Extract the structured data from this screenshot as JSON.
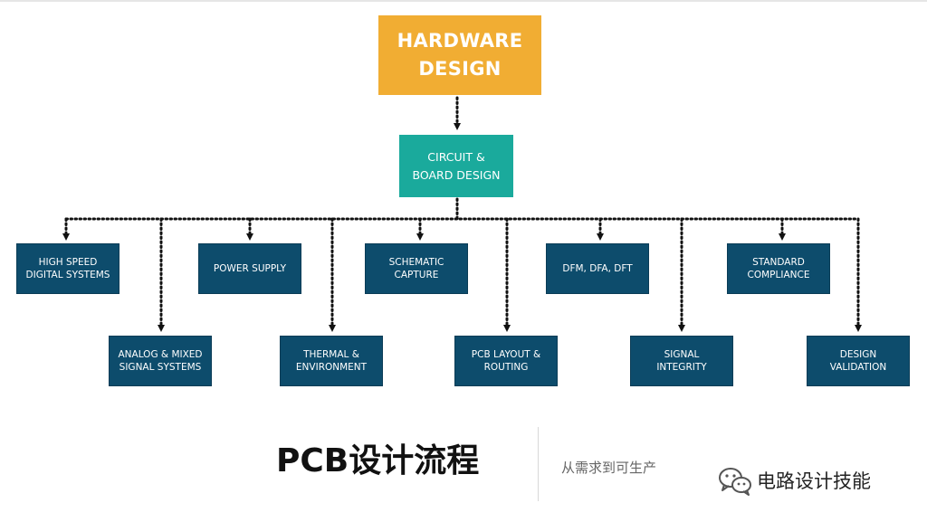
{
  "root": {
    "label": "HARDWARE\nDESIGN",
    "color": "#f1ad33"
  },
  "mid": {
    "label": "CIRCUIT &\nBOARD DESIGN",
    "color": "#1aaa9c"
  },
  "leaf_color": "#0d4c6c",
  "leaves": [
    {
      "label": "HIGH SPEED\nDIGITAL SYSTEMS"
    },
    {
      "label": "ANALOG & MIXED\nSIGNAL SYSTEMS"
    },
    {
      "label": "POWER SUPPLY"
    },
    {
      "label": "THERMAL &\nENVIRONMENT"
    },
    {
      "label": "SCHEMATIC\nCAPTURE"
    },
    {
      "label": "PCB LAYOUT &\nROUTING"
    },
    {
      "label": "DFM, DFA, DFT"
    },
    {
      "label": "SIGNAL\nINTEGRITY"
    },
    {
      "label": "STANDARD\nCOMPLIANCE"
    },
    {
      "label": "DESIGN\nVALIDATION"
    }
  ],
  "footer": {
    "title": "PCB设计流程",
    "subtitle": "从需求到可生产",
    "brand": "电路设计技能",
    "brand_icon": "wechat-icon"
  }
}
